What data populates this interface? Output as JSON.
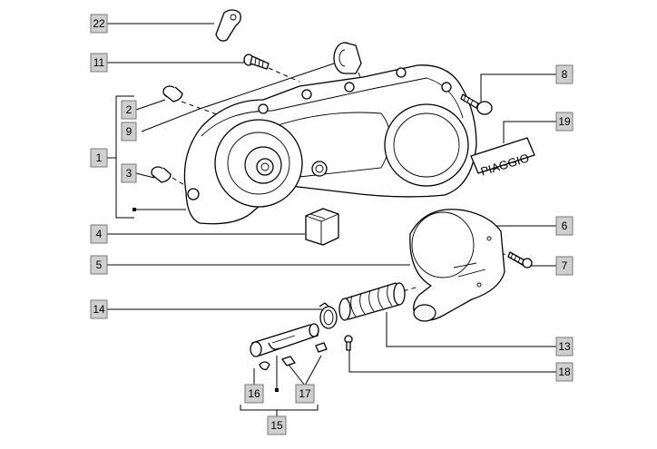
{
  "callouts": [
    {
      "id": "22",
      "label": "22"
    },
    {
      "id": "11",
      "label": "11"
    },
    {
      "id": "2",
      "label": "2"
    },
    {
      "id": "9",
      "label": "9"
    },
    {
      "id": "1",
      "label": "1"
    },
    {
      "id": "3",
      "label": "3"
    },
    {
      "id": "4",
      "label": "4"
    },
    {
      "id": "5",
      "label": "5"
    },
    {
      "id": "14",
      "label": "14"
    },
    {
      "id": "8",
      "label": "8"
    },
    {
      "id": "19",
      "label": "19"
    },
    {
      "id": "6",
      "label": "6"
    },
    {
      "id": "7",
      "label": "7"
    },
    {
      "id": "13",
      "label": "13"
    },
    {
      "id": "18",
      "label": "18"
    },
    {
      "id": "16",
      "label": "16"
    },
    {
      "id": "17",
      "label": "17"
    },
    {
      "id": "15",
      "label": "15"
    }
  ],
  "brand_decal": {
    "text": "PIAGGIO"
  }
}
